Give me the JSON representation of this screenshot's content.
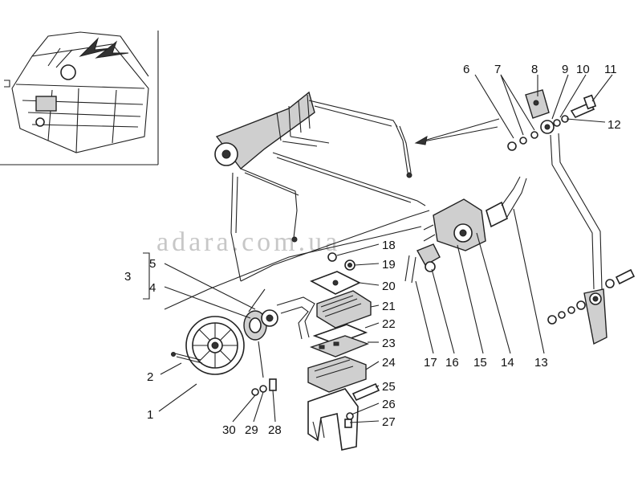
{
  "watermark": "adara.com.ua",
  "callouts": {
    "c1": "1",
    "c2": "2",
    "c3": "3",
    "c4": "4",
    "c5": "5",
    "c6": "6",
    "c7": "7",
    "c8": "8",
    "c9": "9",
    "c10": "10",
    "c11": "11",
    "c12": "12",
    "c13": "13",
    "c14": "14",
    "c15": "15",
    "c16": "16",
    "c17": "17",
    "c18": "18",
    "c19": "19",
    "c20": "20",
    "c21": "21",
    "c22": "22",
    "c23": "23",
    "c24": "24",
    "c25": "25",
    "c26": "26",
    "c27": "27",
    "c28": "28",
    "c29": "29",
    "c30": "30"
  },
  "colors": {
    "ink": "#222222",
    "watermark": "#9a9a9a",
    "background": "#ffffff"
  }
}
